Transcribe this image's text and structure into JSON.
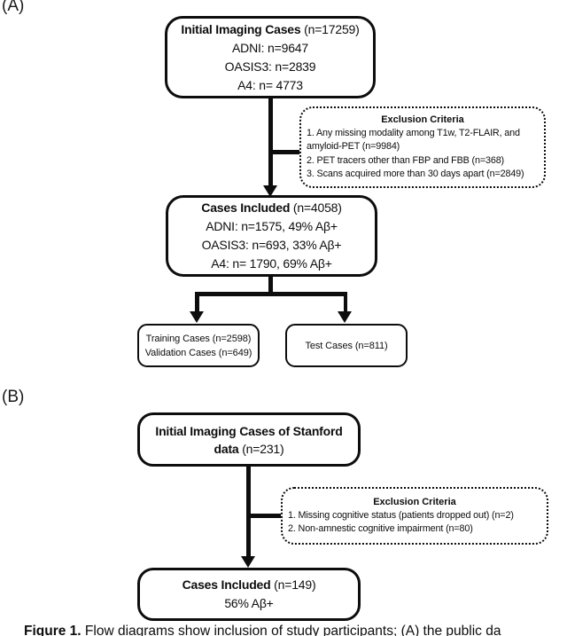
{
  "colors": {
    "ink": "#0d0d0d",
    "background": "#ffffff"
  },
  "panel_a": {
    "label": "(A)",
    "initial_box": {
      "title_bold": "Initial Imaging Cases",
      "title_rest": " (n=17259)",
      "lines": [
        "ADNI: n=9647",
        "OASIS3: n=2839",
        "A4: n= 4773"
      ]
    },
    "exclusion_box": {
      "title": "Exclusion Criteria",
      "items": [
        "1. Any missing modality among T1w, T2-FLAIR, and amyloid-PET (n=9984)",
        "2. PET tracers other than FBP and FBB (n=368)",
        "3. Scans acquired more than 30 days apart (n=2849)"
      ]
    },
    "included_box": {
      "title_bold": "Cases Included",
      "title_rest": " (n=4058)",
      "lines": [
        "ADNI: n=1575, 49% Aβ+",
        "OASIS3: n=693, 33% Aβ+",
        "A4: n= 1790, 69% Aβ+"
      ]
    },
    "training_box": {
      "lines": [
        "Training Cases (n=2598)",
        "Validation Cases (n=649)"
      ]
    },
    "test_box": {
      "line": "Test Cases (n=811)"
    }
  },
  "panel_b": {
    "label": "(B)",
    "initial_box": {
      "title_bold": "Initial Imaging Cases of Stanford data",
      "title_rest": " (n=231)"
    },
    "exclusion_box": {
      "title": "Exclusion Criteria",
      "items": [
        "1. Missing cognitive status (patients dropped out) (n=2)",
        "2. Non-amnestic cognitive impairment (n=80)"
      ]
    },
    "included_box": {
      "title_bold": "Cases Included",
      "title_rest": " (n=149)",
      "lines": [
        "56% Aβ+"
      ]
    }
  },
  "caption": {
    "label": "Figure 1.",
    "text": " Flow diagrams show inclusion of study participants; (A) the public da"
  }
}
